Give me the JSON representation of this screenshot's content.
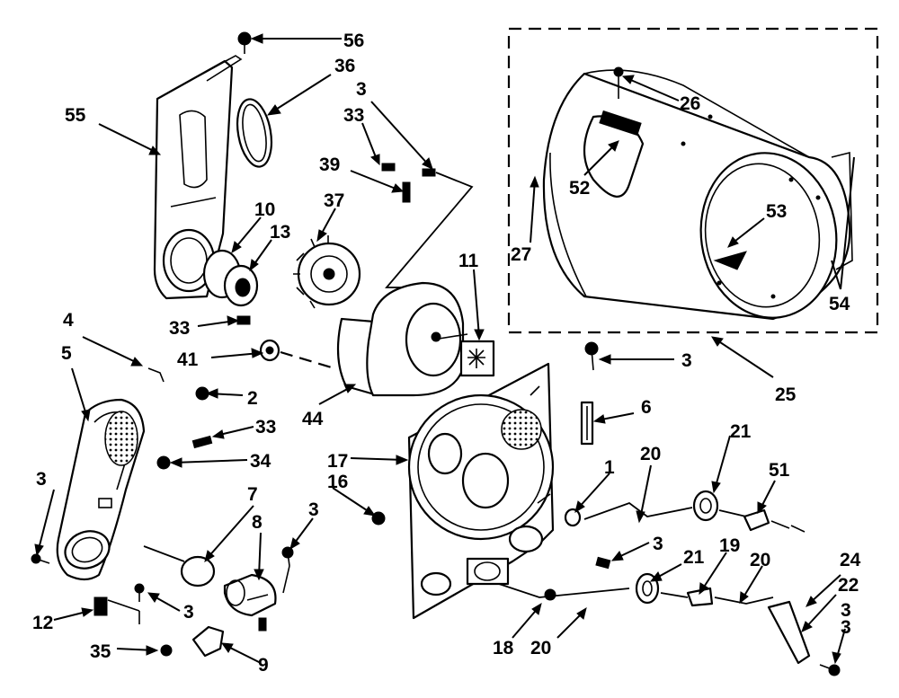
{
  "diagram": {
    "callouts": [
      {
        "id": "c56",
        "label": "56"
      },
      {
        "id": "c36",
        "label": "36"
      },
      {
        "id": "c3a",
        "label": "3"
      },
      {
        "id": "c55",
        "label": "55"
      },
      {
        "id": "c33a",
        "label": "33"
      },
      {
        "id": "c39",
        "label": "39"
      },
      {
        "id": "c37",
        "label": "37"
      },
      {
        "id": "c10",
        "label": "10"
      },
      {
        "id": "c13",
        "label": "13"
      },
      {
        "id": "c11",
        "label": "11"
      },
      {
        "id": "c26",
        "label": "26"
      },
      {
        "id": "c52",
        "label": "52"
      },
      {
        "id": "c53",
        "label": "53"
      },
      {
        "id": "c27",
        "label": "27"
      },
      {
        "id": "c54",
        "label": "54"
      },
      {
        "id": "c25",
        "label": "25"
      },
      {
        "id": "c4",
        "label": "4"
      },
      {
        "id": "c5",
        "label": "5"
      },
      {
        "id": "c33b",
        "label": "33"
      },
      {
        "id": "c41",
        "label": "41"
      },
      {
        "id": "c2",
        "label": "2"
      },
      {
        "id": "c44",
        "label": "44"
      },
      {
        "id": "c3b",
        "label": "3"
      },
      {
        "id": "c6",
        "label": "6"
      },
      {
        "id": "c33c",
        "label": "33"
      },
      {
        "id": "c34",
        "label": "34"
      },
      {
        "id": "c17",
        "label": "17"
      },
      {
        "id": "c16",
        "label": "16"
      },
      {
        "id": "c21a",
        "label": "21"
      },
      {
        "id": "c20a",
        "label": "20"
      },
      {
        "id": "c1",
        "label": "1"
      },
      {
        "id": "c51",
        "label": "51"
      },
      {
        "id": "c3c",
        "label": "3"
      },
      {
        "id": "c7",
        "label": "7"
      },
      {
        "id": "c8",
        "label": "8"
      },
      {
        "id": "c3d",
        "label": "3"
      },
      {
        "id": "c3e",
        "label": "3"
      },
      {
        "id": "c21b",
        "label": "21"
      },
      {
        "id": "c19",
        "label": "19"
      },
      {
        "id": "c20b",
        "label": "20"
      },
      {
        "id": "c24",
        "label": "24"
      },
      {
        "id": "c22",
        "label": "22"
      },
      {
        "id": "c3f",
        "label": "3"
      },
      {
        "id": "c12",
        "label": "12"
      },
      {
        "id": "c3g",
        "label": "3"
      },
      {
        "id": "c35",
        "label": "35"
      },
      {
        "id": "c9",
        "label": "9"
      },
      {
        "id": "c18",
        "label": "18"
      },
      {
        "id": "c20c",
        "label": "20"
      },
      {
        "id": "c3h",
        "label": "3"
      }
    ]
  }
}
